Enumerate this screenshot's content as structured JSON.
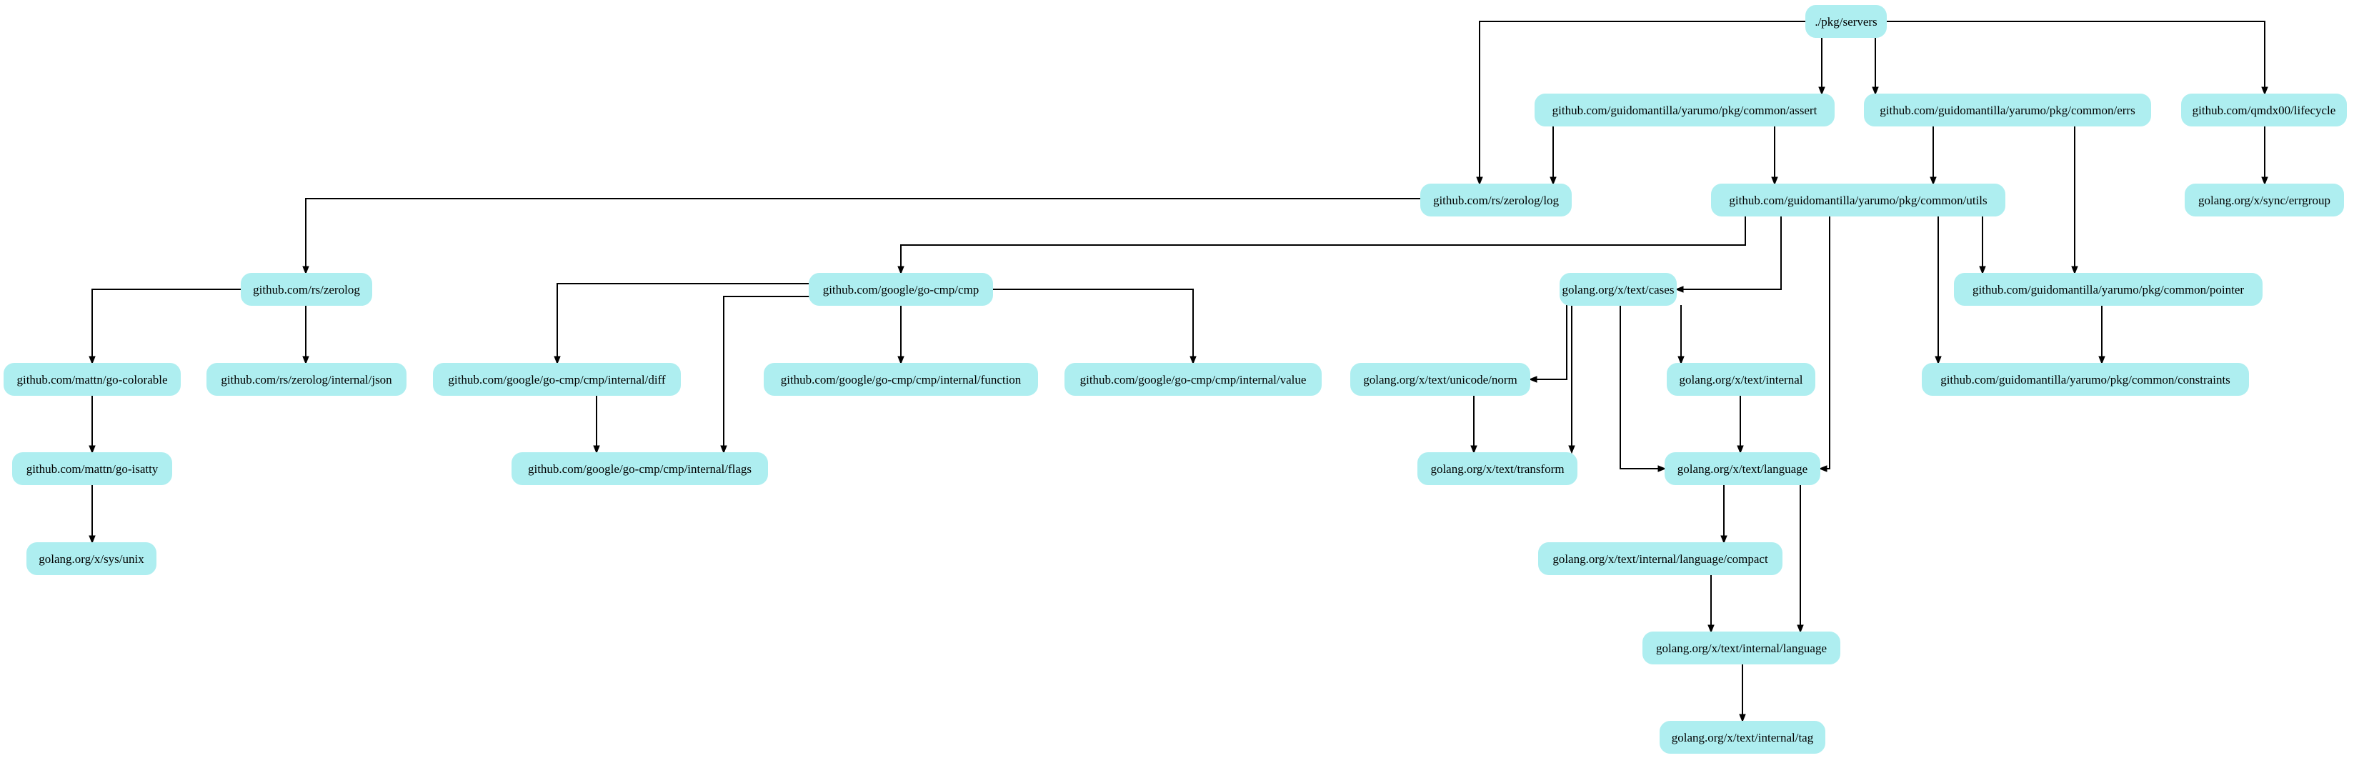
{
  "nodes": [
    {
      "id": "pkg_servers",
      "label": "./pkg/servers"
    },
    {
      "id": "assert",
      "label": "github.com/guidomantilla/yarumo/pkg/common/assert"
    },
    {
      "id": "errs",
      "label": "github.com/guidomantilla/yarumo/pkg/common/errs"
    },
    {
      "id": "lifecycle",
      "label": "github.com/qmdx00/lifecycle"
    },
    {
      "id": "zerolog_log",
      "label": "github.com/rs/zerolog/log"
    },
    {
      "id": "utils",
      "label": "github.com/guidomantilla/yarumo/pkg/common/utils"
    },
    {
      "id": "errgroup",
      "label": "golang.org/x/sync/errgroup"
    },
    {
      "id": "zerolog",
      "label": "github.com/rs/zerolog"
    },
    {
      "id": "gocmp",
      "label": "github.com/google/go-cmp/cmp"
    },
    {
      "id": "text_cases",
      "label": "golang.org/x/text/cases"
    },
    {
      "id": "pointer",
      "label": "github.com/guidomantilla/yarumo/pkg/common/pointer"
    },
    {
      "id": "colorable",
      "label": "github.com/mattn/go-colorable"
    },
    {
      "id": "zerolog_json",
      "label": "github.com/rs/zerolog/internal/json"
    },
    {
      "id": "cmp_diff",
      "label": "github.com/google/go-cmp/cmp/internal/diff"
    },
    {
      "id": "cmp_function",
      "label": "github.com/google/go-cmp/cmp/internal/function"
    },
    {
      "id": "cmp_value",
      "label": "github.com/google/go-cmp/cmp/internal/value"
    },
    {
      "id": "unicode_norm",
      "label": "golang.org/x/text/unicode/norm"
    },
    {
      "id": "text_internal",
      "label": "golang.org/x/text/internal"
    },
    {
      "id": "constraints",
      "label": "github.com/guidomantilla/yarumo/pkg/common/constraints"
    },
    {
      "id": "isatty",
      "label": "github.com/mattn/go-isatty"
    },
    {
      "id": "cmp_flags",
      "label": "github.com/google/go-cmp/cmp/internal/flags"
    },
    {
      "id": "text_transform",
      "label": "golang.org/x/text/transform"
    },
    {
      "id": "text_language",
      "label": "golang.org/x/text/language"
    },
    {
      "id": "sys_unix",
      "label": "golang.org/x/sys/unix"
    },
    {
      "id": "lang_compact",
      "label": "golang.org/x/text/internal/language/compact"
    },
    {
      "id": "internal_language",
      "label": "golang.org/x/text/internal/language"
    },
    {
      "id": "internal_tag",
      "label": "golang.org/x/text/internal/tag"
    }
  ],
  "edges": [
    {
      "from": "pkg_servers",
      "to": "zerolog_log"
    },
    {
      "from": "pkg_servers",
      "to": "assert"
    },
    {
      "from": "pkg_servers",
      "to": "errs"
    },
    {
      "from": "pkg_servers",
      "to": "lifecycle"
    },
    {
      "from": "assert",
      "to": "zerolog_log"
    },
    {
      "from": "assert",
      "to": "utils"
    },
    {
      "from": "errs",
      "to": "utils"
    },
    {
      "from": "errs",
      "to": "pointer"
    },
    {
      "from": "lifecycle",
      "to": "errgroup"
    },
    {
      "from": "zerolog_log",
      "to": "zerolog"
    },
    {
      "from": "utils",
      "to": "gocmp"
    },
    {
      "from": "utils",
      "to": "text_cases"
    },
    {
      "from": "utils",
      "to": "text_language"
    },
    {
      "from": "utils",
      "to": "constraints"
    },
    {
      "from": "utils",
      "to": "pointer"
    },
    {
      "from": "zerolog",
      "to": "colorable"
    },
    {
      "from": "zerolog",
      "to": "zerolog_json"
    },
    {
      "from": "gocmp",
      "to": "cmp_diff"
    },
    {
      "from": "gocmp",
      "to": "cmp_flags"
    },
    {
      "from": "gocmp",
      "to": "cmp_function"
    },
    {
      "from": "gocmp",
      "to": "cmp_value"
    },
    {
      "from": "text_cases",
      "to": "unicode_norm"
    },
    {
      "from": "text_cases",
      "to": "text_transform"
    },
    {
      "from": "text_cases",
      "to": "text_language"
    },
    {
      "from": "text_cases",
      "to": "text_internal"
    },
    {
      "from": "pointer",
      "to": "constraints"
    },
    {
      "from": "colorable",
      "to": "isatty"
    },
    {
      "from": "cmp_diff",
      "to": "cmp_flags"
    },
    {
      "from": "unicode_norm",
      "to": "text_transform"
    },
    {
      "from": "text_internal",
      "to": "text_language"
    },
    {
      "from": "isatty",
      "to": "sys_unix"
    },
    {
      "from": "text_language",
      "to": "lang_compact"
    },
    {
      "from": "text_language",
      "to": "internal_language"
    },
    {
      "from": "lang_compact",
      "to": "internal_language"
    },
    {
      "from": "internal_language",
      "to": "internal_tag"
    }
  ]
}
